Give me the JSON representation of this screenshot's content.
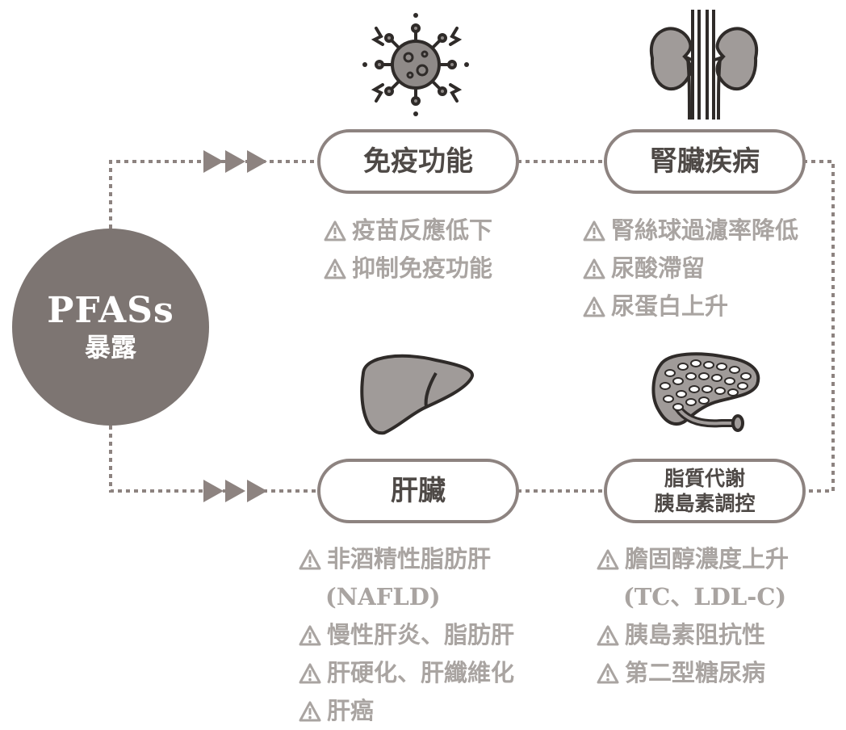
{
  "center": {
    "line1": "PFASs",
    "line2": "暴露"
  },
  "nodes": {
    "immune": {
      "title": "免疫功能",
      "icon": "virus-icon",
      "effects": [
        {
          "text": "疫苗反應低下"
        },
        {
          "text": "抑制免疫功能"
        }
      ]
    },
    "kidney": {
      "title": "腎臟疾病",
      "icon": "kidney-icon",
      "effects": [
        {
          "text": "腎絲球過濾率降低"
        },
        {
          "text": "尿酸滯留"
        },
        {
          "text": "尿蛋白上升"
        }
      ]
    },
    "liver": {
      "title": "肝臟",
      "icon": "liver-icon",
      "effects": [
        {
          "text": "非酒精性脂肪肝",
          "cont": "(NAFLD)"
        },
        {
          "text": "慢性肝炎、脂肪肝"
        },
        {
          "text": "肝硬化、肝纖維化"
        },
        {
          "text": "肝癌"
        }
      ]
    },
    "metabolism": {
      "title_line1": "脂質代謝",
      "title_line2": "胰島素調控",
      "icon": "pancreas-icon",
      "effects": [
        {
          "text": "膽固醇濃度上升",
          "cont": "(TC、LDL-C)"
        },
        {
          "text": "胰島素阻抗性"
        },
        {
          "text": "第二型糖尿病"
        }
      ]
    }
  },
  "colors": {
    "hub": "#7d7572",
    "line": "#8d8380",
    "text_dark": "#4e4946",
    "text_light": "#a9a4a1"
  }
}
